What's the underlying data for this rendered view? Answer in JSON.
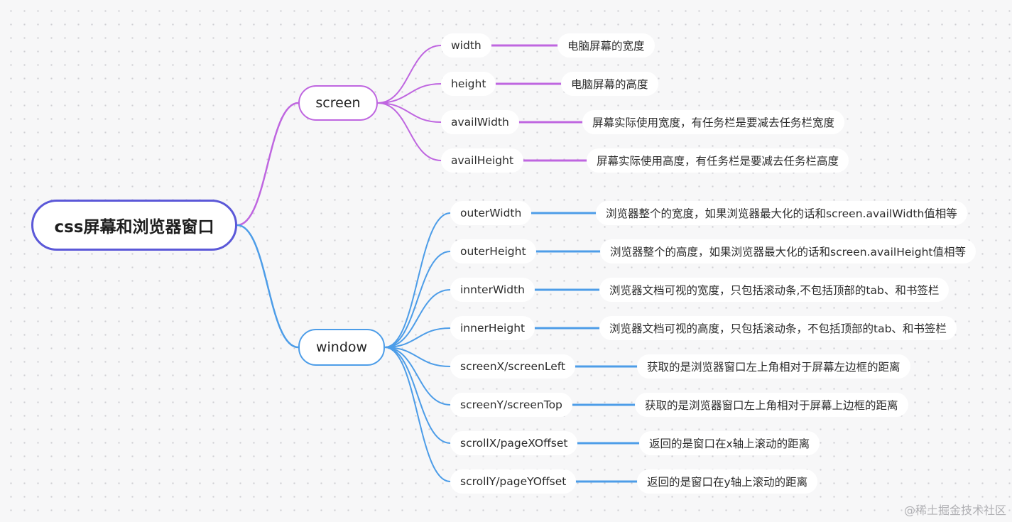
{
  "root": {
    "label": "css屏幕和浏览器窗口"
  },
  "branches": {
    "screen": {
      "label": "screen",
      "color": "#bf66e0",
      "items": [
        {
          "key": "width",
          "desc": "电脑屏幕的宽度"
        },
        {
          "key": "height",
          "desc": "电脑屏幕的高度"
        },
        {
          "key": "availWidth",
          "desc": "屏幕实际使用宽度，有任务栏是要减去任务栏宽度"
        },
        {
          "key": "availHeight",
          "desc": "屏幕实际使用高度，有任务栏是要减去任务栏高度"
        }
      ]
    },
    "window": {
      "label": "window",
      "color": "#4d9de8",
      "items": [
        {
          "key": "outerWidth",
          "desc": "浏览器整个的宽度，如果浏览器最大化的话和screen.availWidth值相等"
        },
        {
          "key": "outerHeight",
          "desc": "浏览器整个的高度，如果浏览器最大化的话和screen.availHeight值相等"
        },
        {
          "key": "innterWidth",
          "desc": "浏览器文档可视的宽度，只包括滚动条,不包括顶部的tab、和书签栏"
        },
        {
          "key": "innerHeight",
          "desc": "浏览器文档可视的高度，只包括滚动条，不包括顶部的tab、和书签栏"
        },
        {
          "key": "screenX/screenLeft",
          "desc": "获取的是浏览器窗口左上角相对于屏幕左边框的距离"
        },
        {
          "key": "screenY/screenTop",
          "desc": "获取的是浏览器窗口左上角相对于屏幕上边框的距离"
        },
        {
          "key": "scrollX/pageXOffset",
          "desc": "返回的是窗口在x轴上滚动的距离"
        },
        {
          "key": "scrollY/pageYOffset",
          "desc": "返回的是窗口在y轴上滚动的距离"
        }
      ]
    }
  },
  "root_color": "#5b58d8",
  "watermark": "@稀土掘金技术社区"
}
